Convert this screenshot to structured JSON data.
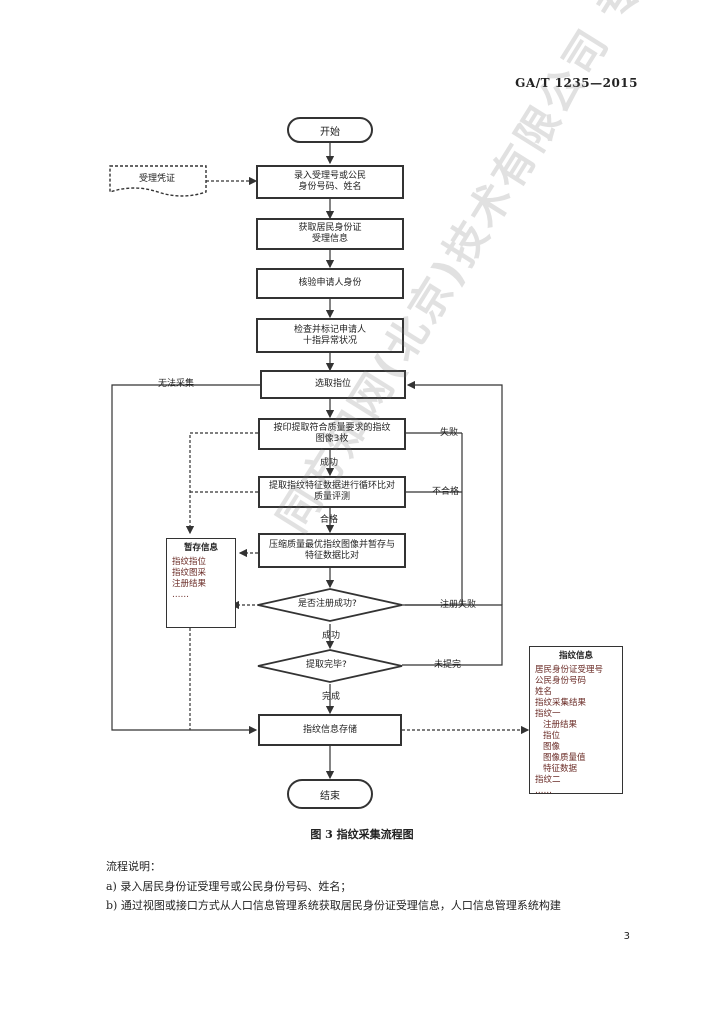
{
  "header": "GA/T 1235—2015",
  "flow": {
    "start": "开始",
    "input_doc": "受理凭证",
    "step1": "录入受理号或公民\n身份号码、姓名",
    "step2": "获取居民身份证\n受理信息",
    "step3": "核验申请人身份",
    "step4": "检查并标记申请人\n十指异常状况",
    "step5": "选取指位",
    "step6": "按印提取符合质量要求的指纹\n图像3枚",
    "step7": "提取指纹特征数据进行循环比对\n质量评测",
    "step8": "压缩质量最优指纹图像并暂存与\n特征数据比对",
    "decision1": "是否注册成功?",
    "decision2": "提取完毕?",
    "step9": "指纹信息存储",
    "end": "结束",
    "lbl_unable": "无法采集",
    "lbl_fail": "失败",
    "lbl_success": "成功",
    "lbl_unqualified": "不合格",
    "lbl_qualified": "合格",
    "lbl_reg_fail": "注册失败",
    "lbl_success2": "成功",
    "lbl_not_done": "未提完",
    "lbl_done": "完成"
  },
  "temp_info": {
    "title": "暂存信息",
    "items": [
      "指纹指位",
      "指纹图采",
      "注册结果",
      "……"
    ]
  },
  "fp_info": {
    "title": "指纹信息",
    "items": [
      "居民身份证受理号",
      "公民身份号码",
      "姓名",
      "指纹采集结果",
      "指纹一",
      "  注册结果",
      "  指位",
      "  图像",
      "  图像质量值",
      "  特征数据",
      "指纹二",
      "……"
    ]
  },
  "caption": "图 3   指纹采集流程图",
  "description": [
    "流程说明：",
    "a)   录入居民身份证受理号或公民身份号码、姓名；",
    "b)   通过视图或接口方式从人口信息管理系统获取居民身份证受理信息，人口信息管理系统构建"
  ],
  "page_number": "3",
  "watermark": "同方知网(北京)技术有限公司 专用"
}
